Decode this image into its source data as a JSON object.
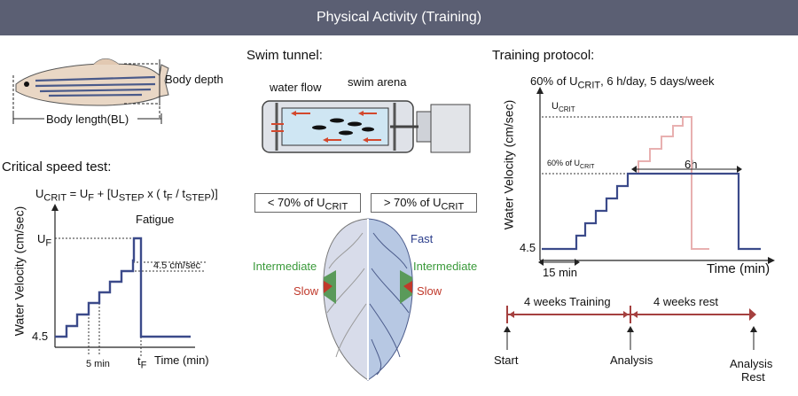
{
  "banner": {
    "title": "Physical Activity (Training)"
  },
  "fish": {
    "body_depth": "Body depth",
    "body_length": "Body length(BL)"
  },
  "critical_speed": {
    "heading": "Critical speed test:",
    "formula_lhs": "U",
    "formula_lhs_sub": "CRIT",
    "formula_mid": " = U",
    "formula_f_sub": "F",
    "formula_rest": " + [U",
    "formula_step_sub": "STEP",
    "formula_tail": " x ( t",
    "formula_tf_sub": "F",
    "formula_div": " / t",
    "formula_tstep_sub": "STEP",
    "formula_end": ")]",
    "ylabel": "Water Velocity (cm/sec)",
    "y_tick_uf": "U",
    "y_tick_uf_sub": "F",
    "y_tick_min": "4.5",
    "fatigue": "Fatigue",
    "step_label": "4.5 cm/sec",
    "time_label": "5 min",
    "tf": "t",
    "tf_sub": "F",
    "xlabel": "Time (min)"
  },
  "swim_tunnel": {
    "heading": "Swim tunnel:",
    "water_flow": "water flow",
    "swim_arena": "swim arena"
  },
  "muscle": {
    "left_box_pre": "< 70% of U",
    "left_box_sub": "CRIT",
    "right_box_pre": "> 70% of U",
    "right_box_sub": "CRIT",
    "intermediate_left": "Intermediate",
    "slow_left": "Slow",
    "fast": "Fast",
    "intermediate_right": "Intermediate",
    "slow_right": "Slow"
  },
  "training": {
    "heading": "Training protocol:",
    "subtitle_pre": "60% of U",
    "subtitle_sub": "CRIT",
    "subtitle_post": ", 6 h/day, 5 days/week",
    "ylabel": "Water Velocity (cm/sec)",
    "ucrit": "U",
    "ucrit_sub": "CRIT",
    "sixty_pre": "60% of U",
    "sixty_sub": "CRIT",
    "six_h": "6h",
    "y_min": "4.5",
    "fifteen_min": "15 min",
    "xlabel": "Time (min)",
    "timeline": {
      "training_label": "4 weeks Training",
      "rest_label": "4 weeks rest",
      "start": "Start",
      "analysis": "Analysis",
      "analysis_rest_1": "Analysis",
      "analysis_rest_2": "Rest"
    }
  },
  "colors": {
    "banner": "#5b5f73",
    "trace": "#3b4a8a",
    "trace_light": "#e8b0b0",
    "slow": "#c0392b",
    "intermediate": "#3a9a3a",
    "fast": "#2c3e8c",
    "timeline": "#a5403f"
  }
}
